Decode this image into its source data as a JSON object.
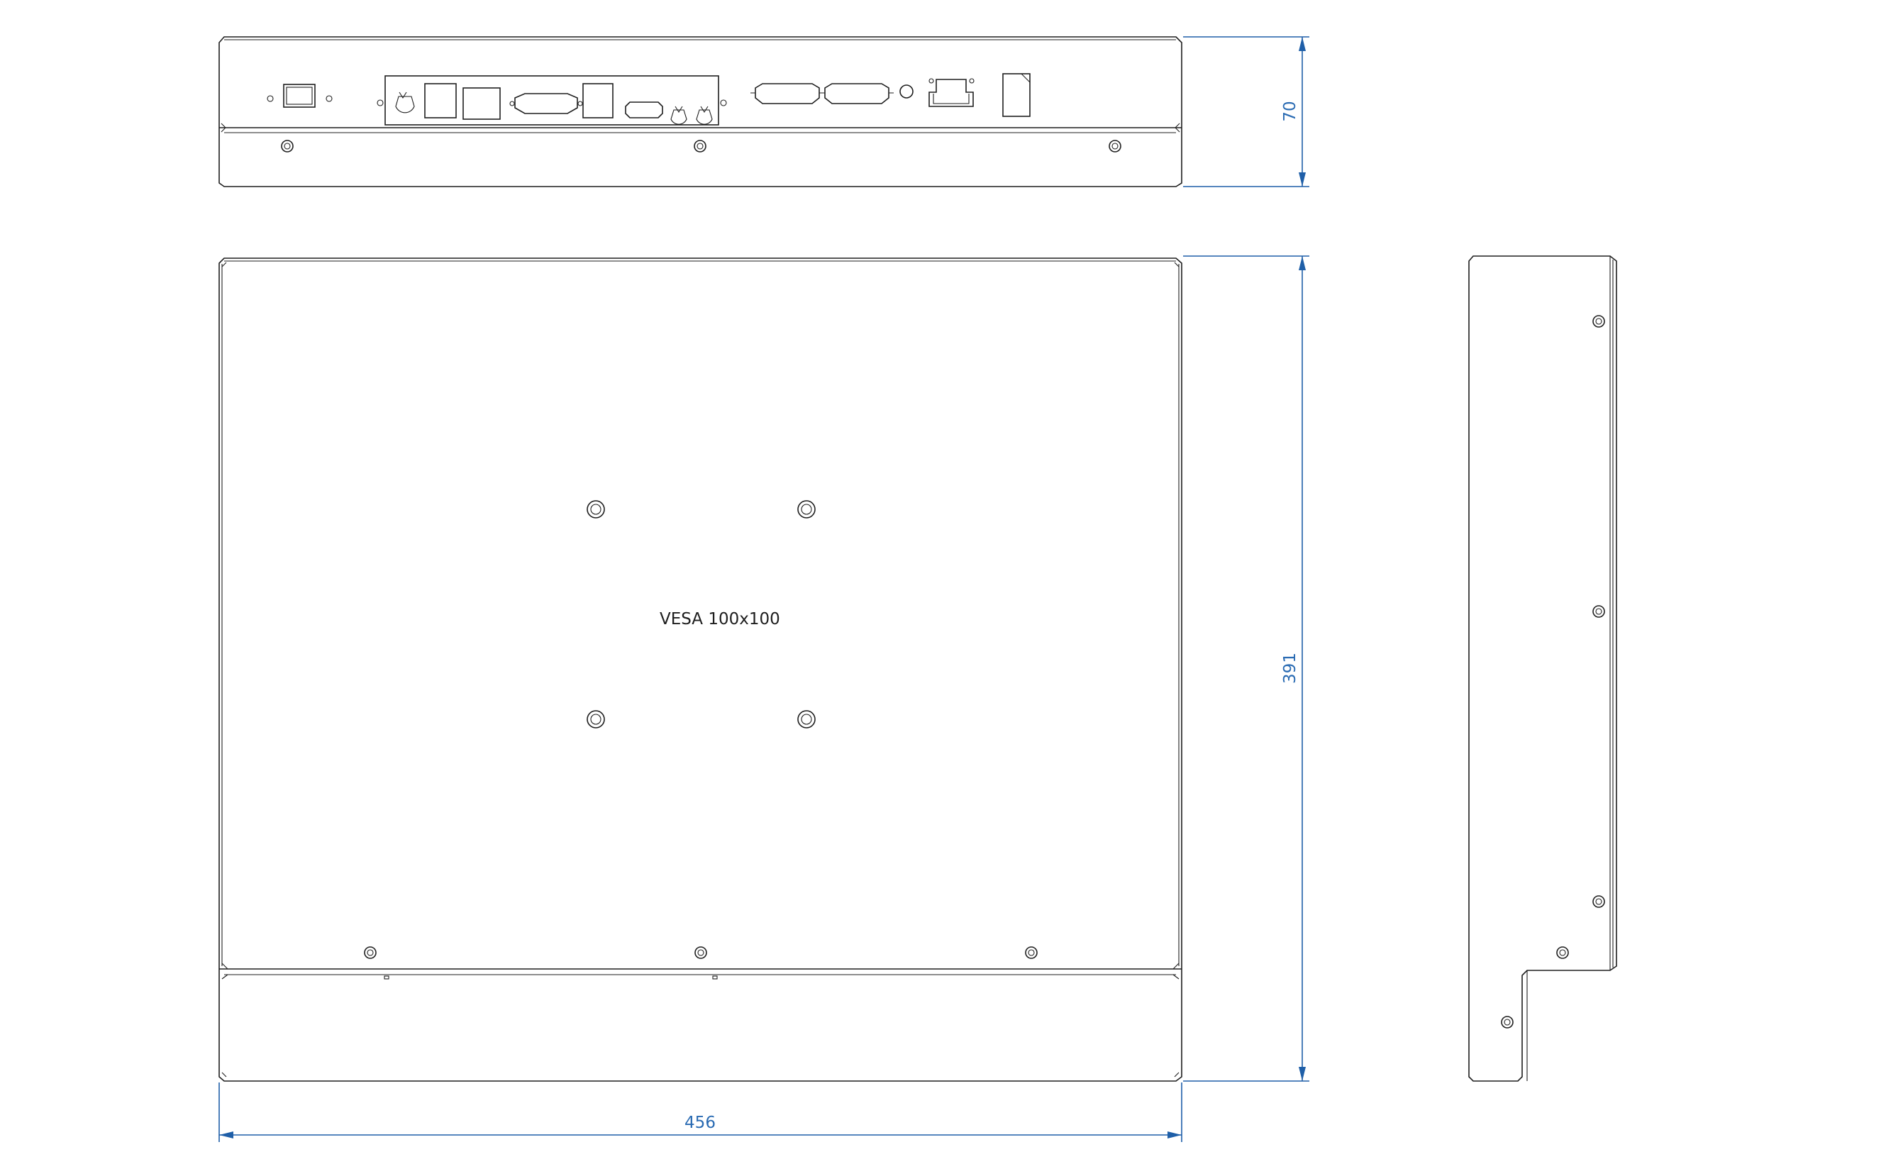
{
  "drawing": {
    "label_vesa": "VESA 100x100",
    "dim_width": "456",
    "dim_height": "391",
    "dim_depth": "70"
  },
  "colors": {
    "outline": "#1e1e1e",
    "dimension": "#1f5fa8",
    "background": "#ffffff"
  }
}
